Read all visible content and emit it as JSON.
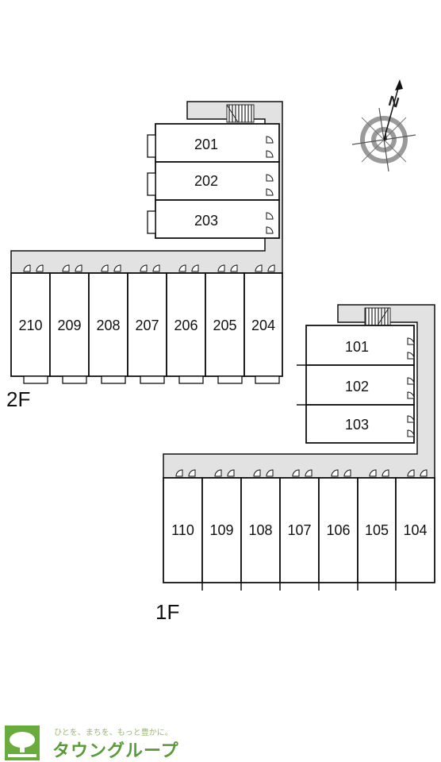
{
  "floors": {
    "second": {
      "label": "2F",
      "upper_units": [
        "201",
        "202",
        "203"
      ],
      "lower_units": [
        "210",
        "209",
        "208",
        "207",
        "206",
        "205",
        "204"
      ]
    },
    "first": {
      "label": "1F",
      "upper_units": [
        "101",
        "102",
        "103"
      ],
      "lower_units": [
        "110",
        "109",
        "108",
        "107",
        "106",
        "105",
        "104"
      ]
    }
  },
  "compass": {
    "north_label": "N"
  },
  "logo": {
    "tagline": "ひとを、まちを、もっと豊かに。",
    "brand": "タウングループ",
    "icon": "tree-logo-icon"
  },
  "colors": {
    "corridor": "#e2e2e2",
    "line": "#111111",
    "brand_green": "#5a9a3a"
  }
}
